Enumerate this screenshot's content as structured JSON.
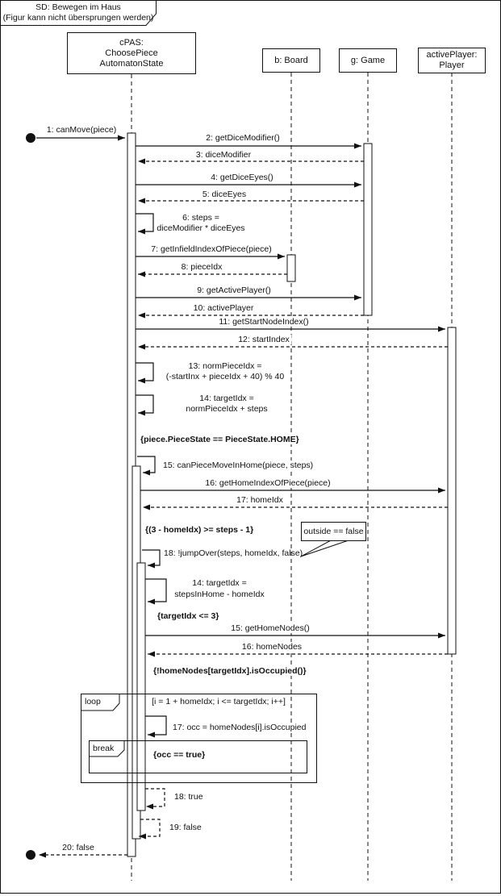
{
  "diagram": {
    "title_line1": "SD: Bewegen im Haus",
    "title_line2": "(Figur kann nicht übersprungen werden)"
  },
  "colors": {
    "line": "#111111",
    "background": "#ffffff"
  },
  "lifelines": {
    "cpas": {
      "line1": "cPAS:",
      "line2": "ChoosePiece",
      "line3": "AutomatonState"
    },
    "board": {
      "line1": "b: Board"
    },
    "game": {
      "line1": "g: Game"
    },
    "player": {
      "line1": "activePlayer:",
      "line2": "Player"
    }
  },
  "messages": {
    "m1": "1: canMove(piece)",
    "m2": "2: getDiceModifier()",
    "m3": "3: diceModifier",
    "m4": "4: getDiceEyes()",
    "m5": "5: diceEyes",
    "m6a": "6: steps =",
    "m6b": "diceModifier * diceEyes",
    "m7": "7: getInfieldIndexOfPiece(piece)",
    "m8": "8: pieceIdx",
    "m9": "9: getActivePlayer()",
    "m10": "10: activePlayer",
    "m11": "11: getStartNodeIndex()",
    "m12": "12: startIndex",
    "m13a": "13: normPieceIdx =",
    "m13b": "(-startInx + pieceIdx + 40) % 40",
    "m14a": "14: targetIdx =",
    "m14b": "normPieceIdx + steps",
    "m15": "15: canPieceMoveInHome(piece, steps)",
    "m16": "16: getHomeIndexOfPiece(piece)",
    "m17": "17: homeIdx",
    "m18": "18: !jumpOver(steps, homeIdx, false)",
    "m14_2a": "14: targetIdx =",
    "m14_2b": "stepsInHome - homeIdx",
    "m15_2": "15: getHomeNodes()",
    "m16_2": "16: homeNodes",
    "m17_2": "17: occ = homeNodes[i].isOccupied",
    "m18_2": "18: true",
    "m19": "19: false",
    "m20": "20: false"
  },
  "guards": {
    "g1": "{piece.PieceState == PieceState.HOME}",
    "g2": "{(3 - homeIdx) >= steps - 1}",
    "g3": "{targetIdx <= 3}",
    "g4": "{!homeNodes[targetIdx].isOccupied()}",
    "loop_guard": "[i = 1 + homeIdx; i <= targetIdx; i++]",
    "break_guard": "{occ == true}"
  },
  "fragments": {
    "loop_label": "loop",
    "break_label": "break"
  },
  "note": {
    "text": "outside == false"
  }
}
